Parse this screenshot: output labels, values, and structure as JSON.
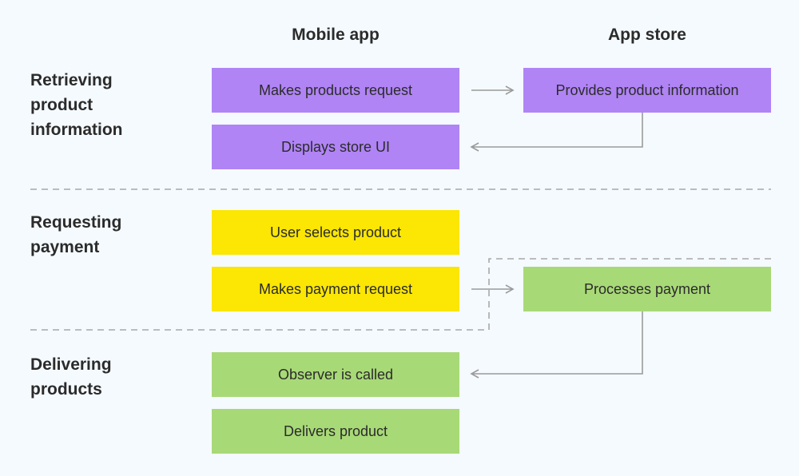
{
  "columns": {
    "mobile_app": "Mobile app",
    "app_store": "App store"
  },
  "sections": {
    "retrieving": "Retrieving product information",
    "requesting": "Requesting payment",
    "delivering": "Delivering products"
  },
  "steps": {
    "makes_products_request": "Makes products request",
    "provides_product_information": "Provides product information",
    "displays_store_ui": "Displays store UI",
    "user_selects_product": "User selects product",
    "makes_payment_request": "Makes payment request",
    "processes_payment": "Processes payment",
    "observer_is_called": "Observer is called",
    "delivers_product": "Delivers product"
  },
  "colors": {
    "retrieving": "#b084f5",
    "requesting": "#fbe604",
    "delivering": "#a8d977",
    "connector": "#9a9a9a",
    "divider": "#a8a8a8",
    "background": "#f5fafe"
  }
}
